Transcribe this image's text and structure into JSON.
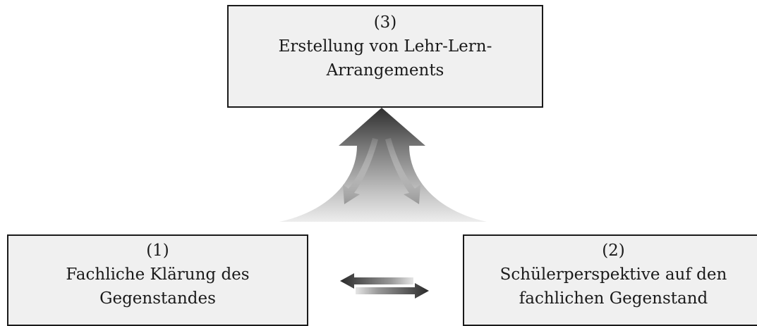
{
  "boxes": {
    "top": {
      "number": "(3)",
      "line1": "Erstellung von Lehr-Lern-",
      "line2": "Arrangements"
    },
    "left": {
      "number": "(1)",
      "line1": "Fachliche Klärung des",
      "line2": "Gegenstandes"
    },
    "right": {
      "number": "(2)",
      "line1": "Schülerperspektive auf den",
      "line2": "fachlichen Gegenstand"
    }
  },
  "colors": {
    "box_fill": "#f0f0f0",
    "border": "#1a1a1a",
    "arrow_dark": "#333333",
    "arrow_light": "#e8e8e8"
  }
}
